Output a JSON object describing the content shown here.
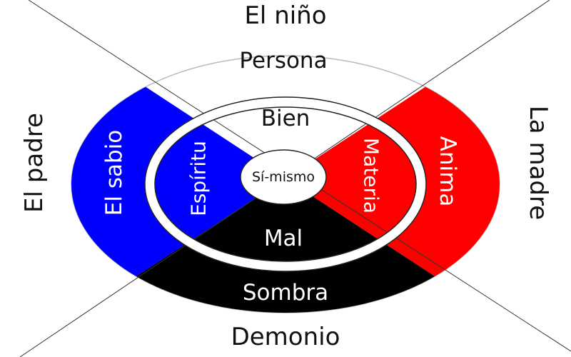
{
  "title": "Arquetipos",
  "colors": {
    "left": "#0000ff",
    "right": "#ff0000",
    "bottom": "#000000",
    "top": "#ffffff"
  },
  "outer_labels": {
    "top": "El niño",
    "left": "El padre",
    "right": "La madre",
    "bottom": "Demonio"
  },
  "ring_labels": {
    "top": "Persona",
    "left": "El sabio",
    "right": "Anima",
    "bottom": "Sombra"
  },
  "inner_labels": {
    "top": "Bien",
    "left": "Espíritu",
    "right": "Materia",
    "bottom": "Mal"
  },
  "center_label": "Sí-mismo"
}
